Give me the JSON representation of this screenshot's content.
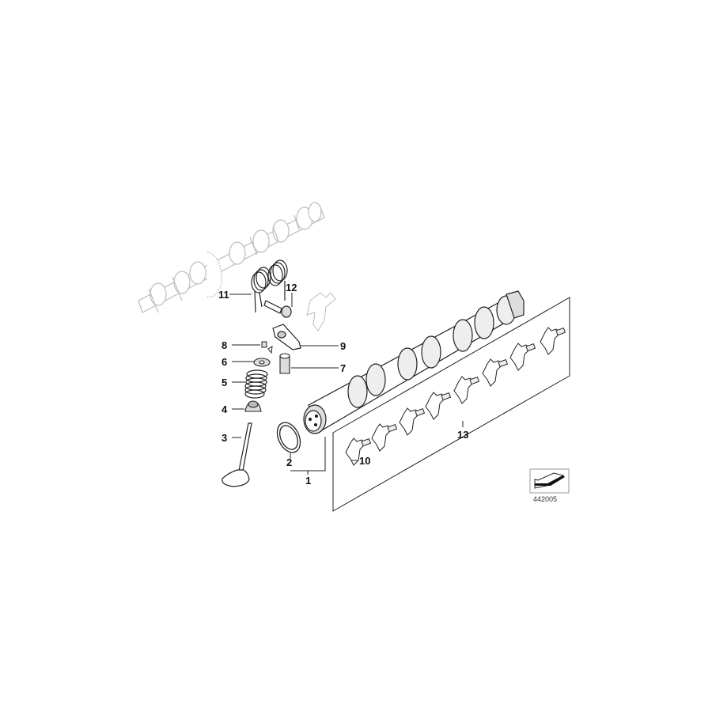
{
  "diagram": {
    "title": "Camshaft / valve train exploded parts diagram",
    "reference_code": "442005",
    "callouts": [
      {
        "id": "1",
        "label": "1",
        "part": "camshaft"
      },
      {
        "id": "2",
        "label": "2",
        "part": "sealing ring"
      },
      {
        "id": "3",
        "label": "3",
        "part": "valve"
      },
      {
        "id": "4",
        "label": "4",
        "part": "valve stem seal"
      },
      {
        "id": "5",
        "label": "5",
        "part": "valve spring"
      },
      {
        "id": "6",
        "label": "6",
        "part": "spring plate"
      },
      {
        "id": "7",
        "label": "7",
        "part": "hydraulic lifter"
      },
      {
        "id": "8",
        "label": "8",
        "part": "valve keepers"
      },
      {
        "id": "9",
        "label": "9",
        "part": "roller rocker arm"
      },
      {
        "id": "10",
        "label": "10",
        "part": "intermediate lever"
      },
      {
        "id": "11",
        "label": "11",
        "part": "torsion spring"
      },
      {
        "id": "12",
        "label": "12",
        "part": "screw"
      },
      {
        "id": "13",
        "label": "13",
        "part": "intermediate lever set"
      }
    ],
    "colors": {
      "line": "#222222",
      "ghost_line": "#b8b8b8",
      "fill": "#ffffff",
      "shade": "#d9d9d9"
    }
  }
}
